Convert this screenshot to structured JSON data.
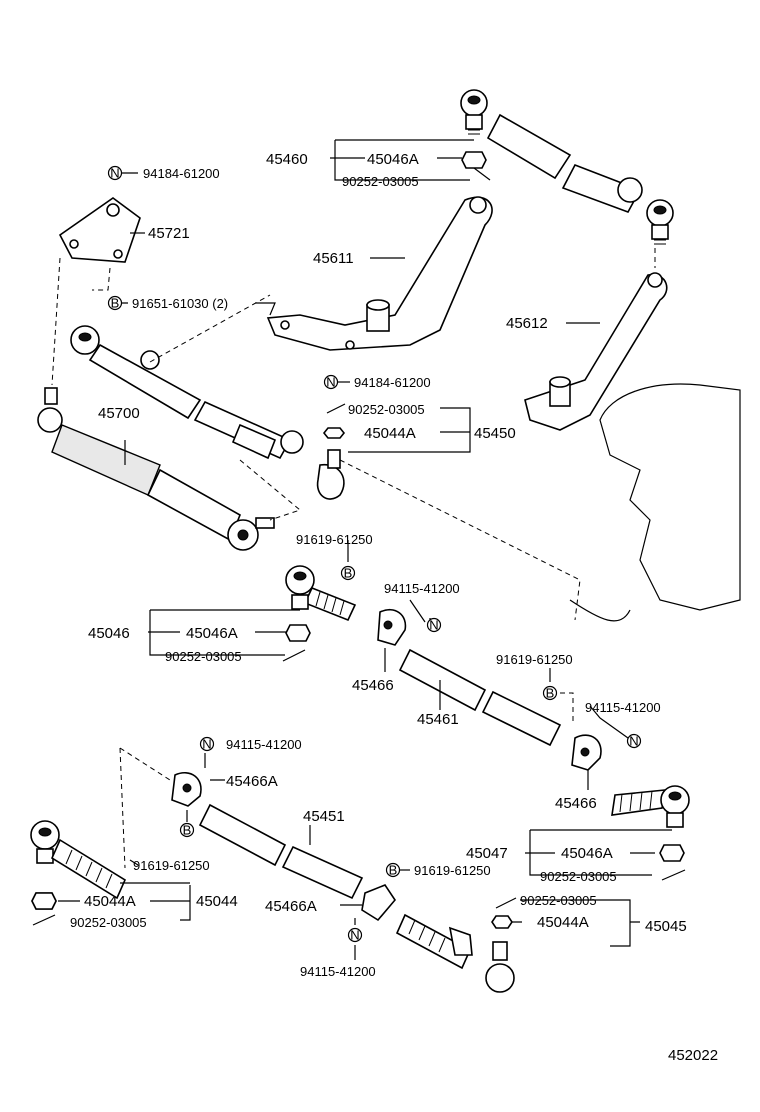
{
  "diagram_id": "452022",
  "callouts": {
    "p45460": "45460",
    "p45046A_top": "45046A",
    "p90252_top": "90252-03005",
    "p94184_a": "94184-61200",
    "p45721": "45721",
    "p45611": "45611",
    "p91651": "91651-61030 (2)",
    "p45612": "45612",
    "p94184_b": "94184-61200",
    "p45700": "45700",
    "p90252_mid": "90252-03005",
    "p45044A_mid": "45044A",
    "p45450": "45450",
    "p91619_a": "91619-61250",
    "p94115_a": "94115-41200",
    "p45046": "45046",
    "p45046A_left": "45046A",
    "p90252_left": "90252-03005",
    "p45466_a": "45466",
    "p91619_b": "91619-61250",
    "p45461": "45461",
    "p94115_b": "94115-41200",
    "p45466_b": "45466",
    "p94115_c": "94115-41200",
    "p45466A_a": "45466A",
    "p45451": "45451",
    "p91619_c": "91619-61250",
    "p45047": "45047",
    "p45046A_right": "45046A",
    "p90252_right": "90252-03005",
    "p91619_d": "91619-61250",
    "p45044A_left": "45044A",
    "p45044": "45044",
    "p90252_bl": "90252-03005",
    "p45466A_b": "45466A",
    "p94115_d": "94115-41200",
    "p90252_br": "90252-03005",
    "p45044A_right": "45044A",
    "p45045": "45045"
  },
  "symbols": {
    "nut": "N",
    "bolt": "B"
  }
}
